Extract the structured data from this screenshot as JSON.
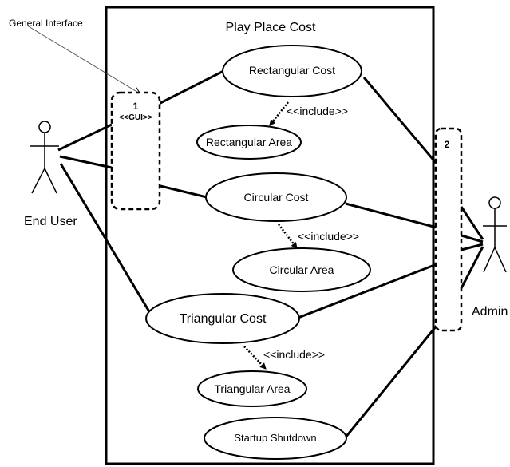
{
  "diagram": {
    "system": {
      "title": "Play Place Cost"
    },
    "annotation": {
      "text": "General Interface"
    },
    "interfaces": {
      "gui": {
        "number": "1",
        "stereotype": "<<GUI>>"
      },
      "admin": {
        "number": "2"
      }
    },
    "actors": {
      "end_user": {
        "label": "End User"
      },
      "admin": {
        "label": "Admin"
      }
    },
    "use_cases": {
      "rect_cost": {
        "label": "Rectangular Cost"
      },
      "rect_area": {
        "label": "Rectangular  Area"
      },
      "circ_cost": {
        "label": "Circular Cost"
      },
      "circ_area": {
        "label": "Circular  Area"
      },
      "tri_cost": {
        "label": "Triangular Cost"
      },
      "tri_area": {
        "label": "Triangular Area"
      },
      "startup": {
        "label": "Startup Shutdown"
      }
    },
    "include_label": "<<include>>"
  }
}
